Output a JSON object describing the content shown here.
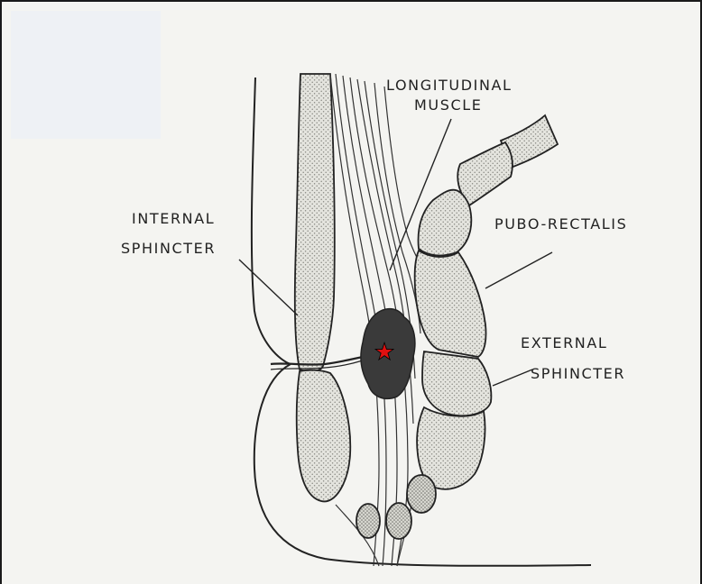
{
  "labels": {
    "longitudinal_line1": "LONGITUDINAL",
    "longitudinal_line2": "MUSCLE",
    "internal_line1": "INTERNAL",
    "internal_line2": "SPHINCTER",
    "pubo_rectalis": "PUBO-RECTALIS",
    "external_line1": "EXTERNAL",
    "external_line2": "SPHINCTER"
  },
  "marker": {
    "symbol": "★",
    "color": "#e01010"
  },
  "colors": {
    "ink": "#222222",
    "stipple_fill": "#dcdcd6",
    "abscess_fill": "#3a3a3a",
    "paper": "#f4f4f1"
  }
}
